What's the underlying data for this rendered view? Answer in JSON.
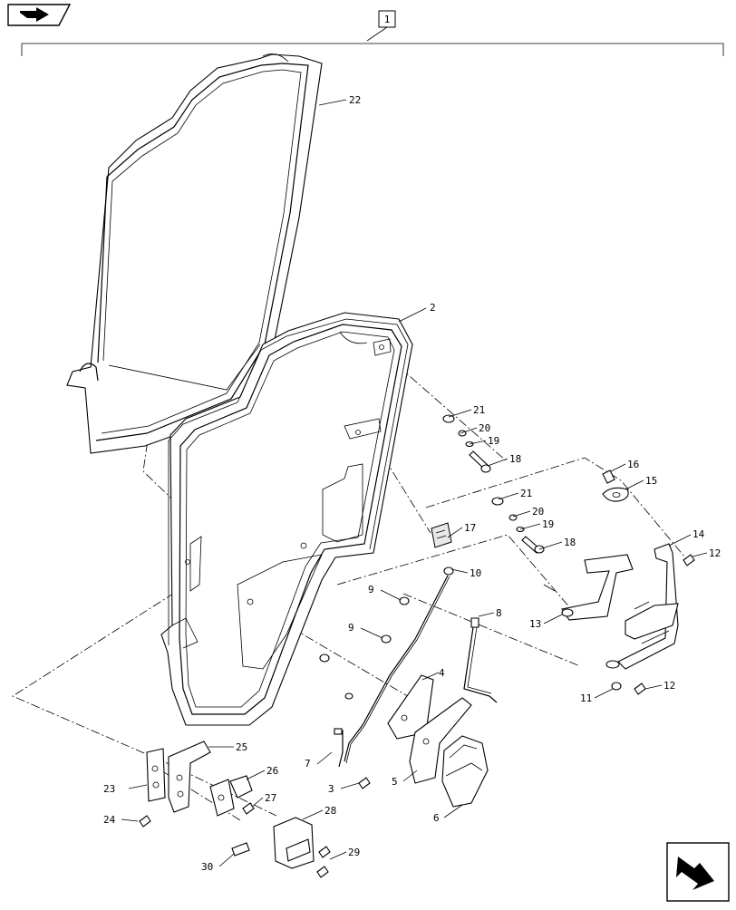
{
  "header": {
    "assembly_ref": "1"
  },
  "icons": {
    "top_left": "previous-page-arrow-icon",
    "bottom_right": "next-page-arrow-icon"
  },
  "callouts": [
    {
      "id": "22",
      "label": "22"
    },
    {
      "id": "2",
      "label": "2"
    },
    {
      "id": "21a",
      "label": "21"
    },
    {
      "id": "20a",
      "label": "20"
    },
    {
      "id": "19a",
      "label": "19"
    },
    {
      "id": "18a",
      "label": "18"
    },
    {
      "id": "16",
      "label": "16"
    },
    {
      "id": "15",
      "label": "15"
    },
    {
      "id": "21b",
      "label": "21"
    },
    {
      "id": "20b",
      "label": "20"
    },
    {
      "id": "19b",
      "label": "19"
    },
    {
      "id": "18b",
      "label": "18"
    },
    {
      "id": "14",
      "label": "14"
    },
    {
      "id": "12a",
      "label": "12"
    },
    {
      "id": "17",
      "label": "17"
    },
    {
      "id": "10",
      "label": "10"
    },
    {
      "id": "9a",
      "label": "9"
    },
    {
      "id": "9b",
      "label": "9"
    },
    {
      "id": "8",
      "label": "8"
    },
    {
      "id": "13",
      "label": "13"
    },
    {
      "id": "4",
      "label": "4"
    },
    {
      "id": "11",
      "label": "11"
    },
    {
      "id": "12b",
      "label": "12"
    },
    {
      "id": "25",
      "label": "25"
    },
    {
      "id": "26",
      "label": "26"
    },
    {
      "id": "7",
      "label": "7"
    },
    {
      "id": "3",
      "label": "3"
    },
    {
      "id": "5",
      "label": "5"
    },
    {
      "id": "23",
      "label": "23"
    },
    {
      "id": "27",
      "label": "27"
    },
    {
      "id": "28",
      "label": "28"
    },
    {
      "id": "6",
      "label": "6"
    },
    {
      "id": "24",
      "label": "24"
    },
    {
      "id": "29",
      "label": "29"
    },
    {
      "id": "30",
      "label": "30"
    }
  ]
}
